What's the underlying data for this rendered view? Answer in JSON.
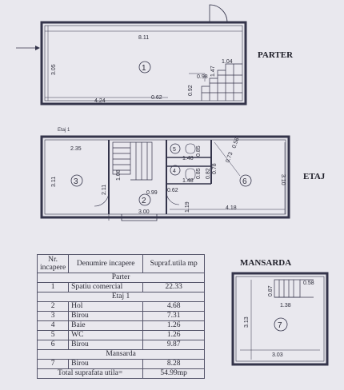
{
  "levels": {
    "parter": "PARTER",
    "etaj": "ETAJ",
    "mansarda": "MANSARDA",
    "etaj1_small": "Etaj 1"
  },
  "parter_dims": {
    "top": "8.11",
    "left": "3.05",
    "bottom_left": "4.24",
    "bottom_mid": "0.62",
    "stair_right": "1.04",
    "stair_a": "0.98",
    "stair_b": "1.47",
    "stair_c": "0.92"
  },
  "etaj_dims": {
    "top_left": "2.35",
    "left": "3.11",
    "room3_inner": "2.11",
    "stair_mid": "1.08",
    "hall_a": "0.99",
    "hall_b": "0.62",
    "bottom_mid": "3.00",
    "door_v": "1.19",
    "bottom_right": "4.18",
    "right": "3.10",
    "bath_w1": "1.48",
    "bath_w2": "1.48",
    "bath_h1": "0.85",
    "bath_h2": "0.85",
    "diag_a": "0.56",
    "diag_b": "0.73",
    "diag_c": "0.82",
    "diag_d": "0.78"
  },
  "mansarda_dims": {
    "top_right": "0.58",
    "stair_v": "0.87",
    "stair_h": "1.38",
    "left": "3.13",
    "bottom": "3.03"
  },
  "room_numbers": [
    "1",
    "2",
    "3",
    "4",
    "5",
    "6",
    "7"
  ],
  "table": {
    "headers": [
      "Nr. incapere",
      "Denumire incapere",
      "Supraf.utila mp"
    ],
    "sections": [
      {
        "title": "Parter",
        "rows": [
          {
            "nr": "1",
            "name": "Spatiu comercial",
            "area": "22.33"
          }
        ]
      },
      {
        "title": "Etaj 1",
        "rows": [
          {
            "nr": "2",
            "name": "Hol",
            "area": "4.68"
          },
          {
            "nr": "3",
            "name": "Birou",
            "area": "7.31"
          },
          {
            "nr": "4",
            "name": "Baie",
            "area": "1.26"
          },
          {
            "nr": "5",
            "name": "WC",
            "area": "1.26"
          },
          {
            "nr": "6",
            "name": "Birou",
            "area": "9.87"
          }
        ]
      },
      {
        "title": "Mansarda",
        "rows": [
          {
            "nr": "7",
            "name": "Birou",
            "area": "8.28"
          }
        ]
      }
    ],
    "total": "Total suprafata utila=",
    "total_value": "54.99mp"
  }
}
